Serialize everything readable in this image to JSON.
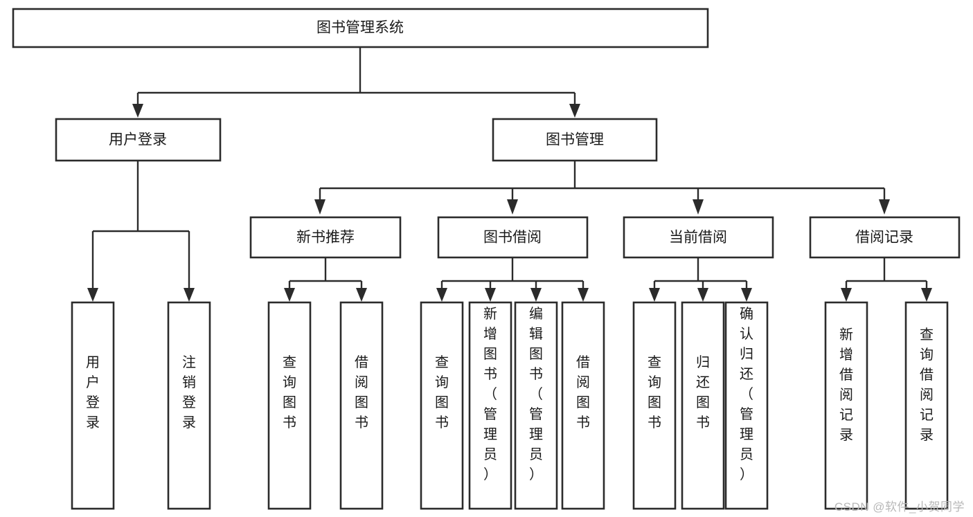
{
  "diagram": {
    "type": "tree-hierarchy-chart",
    "title": "图书管理系统",
    "watermark": "CSDN @软件_小贺同学",
    "colors": {
      "stroke": "#2b2b2b",
      "fill": "#ffffff",
      "text": "#1a1a1a",
      "background": "#ffffff",
      "watermark": "#b8b8b8"
    },
    "nodes": {
      "root": {
        "label": "图书管理系统",
        "level": 1,
        "orientation": "horizontal"
      },
      "user_login": {
        "label": "用户登录",
        "level": 2,
        "orientation": "horizontal"
      },
      "book_manage": {
        "label": "图书管理",
        "level": 2,
        "orientation": "horizontal"
      },
      "new_book_rec": {
        "label": "新书推荐",
        "level": 3,
        "orientation": "horizontal"
      },
      "book_borrow": {
        "label": "图书借阅",
        "level": 3,
        "orientation": "horizontal"
      },
      "current_borrow": {
        "label": "当前借阅",
        "level": 3,
        "orientation": "horizontal"
      },
      "borrow_record": {
        "label": "借阅记录",
        "level": 3,
        "orientation": "horizontal"
      },
      "leaf_user_login": {
        "label": "用户登录",
        "level": 3,
        "orientation": "vertical"
      },
      "leaf_logout": {
        "label": "注销登录",
        "level": 3,
        "orientation": "vertical"
      },
      "leaf_query_book_1": {
        "label": "查询图书",
        "level": 4,
        "orientation": "vertical"
      },
      "leaf_borrow_book_1": {
        "label": "借阅图书",
        "level": 4,
        "orientation": "vertical"
      },
      "leaf_query_book_2": {
        "label": "查询图书",
        "level": 4,
        "orientation": "vertical"
      },
      "leaf_add_book": {
        "label": "新增图书（管理员）",
        "level": 4,
        "orientation": "vertical"
      },
      "leaf_edit_book": {
        "label": "编辑图书（管理员）",
        "level": 4,
        "orientation": "vertical"
      },
      "leaf_borrow_book_2": {
        "label": "借阅图书",
        "level": 4,
        "orientation": "vertical"
      },
      "leaf_query_book_3": {
        "label": "查询图书",
        "level": 4,
        "orientation": "vertical"
      },
      "leaf_return_book": {
        "label": "归还图书",
        "level": 4,
        "orientation": "vertical"
      },
      "leaf_confirm_return": {
        "label": "确认归还（管理员）",
        "level": 4,
        "orientation": "vertical"
      },
      "leaf_add_record": {
        "label": "新增借阅记录",
        "level": 4,
        "orientation": "vertical"
      },
      "leaf_query_record": {
        "label": "查询借阅记录",
        "level": 4,
        "orientation": "vertical"
      }
    },
    "edges": [
      {
        "from": "root",
        "to": "user_login"
      },
      {
        "from": "root",
        "to": "book_manage"
      },
      {
        "from": "user_login",
        "to": "leaf_user_login"
      },
      {
        "from": "user_login",
        "to": "leaf_logout"
      },
      {
        "from": "book_manage",
        "to": "new_book_rec"
      },
      {
        "from": "book_manage",
        "to": "book_borrow"
      },
      {
        "from": "book_manage",
        "to": "current_borrow"
      },
      {
        "from": "book_manage",
        "to": "borrow_record"
      },
      {
        "from": "new_book_rec",
        "to": "leaf_query_book_1"
      },
      {
        "from": "new_book_rec",
        "to": "leaf_borrow_book_1"
      },
      {
        "from": "book_borrow",
        "to": "leaf_query_book_2"
      },
      {
        "from": "book_borrow",
        "to": "leaf_add_book"
      },
      {
        "from": "book_borrow",
        "to": "leaf_edit_book"
      },
      {
        "from": "book_borrow",
        "to": "leaf_borrow_book_2"
      },
      {
        "from": "current_borrow",
        "to": "leaf_query_book_3"
      },
      {
        "from": "current_borrow",
        "to": "leaf_return_book"
      },
      {
        "from": "current_borrow",
        "to": "leaf_confirm_return"
      },
      {
        "from": "borrow_record",
        "to": "leaf_add_record"
      },
      {
        "from": "borrow_record",
        "to": "leaf_query_record"
      }
    ]
  }
}
